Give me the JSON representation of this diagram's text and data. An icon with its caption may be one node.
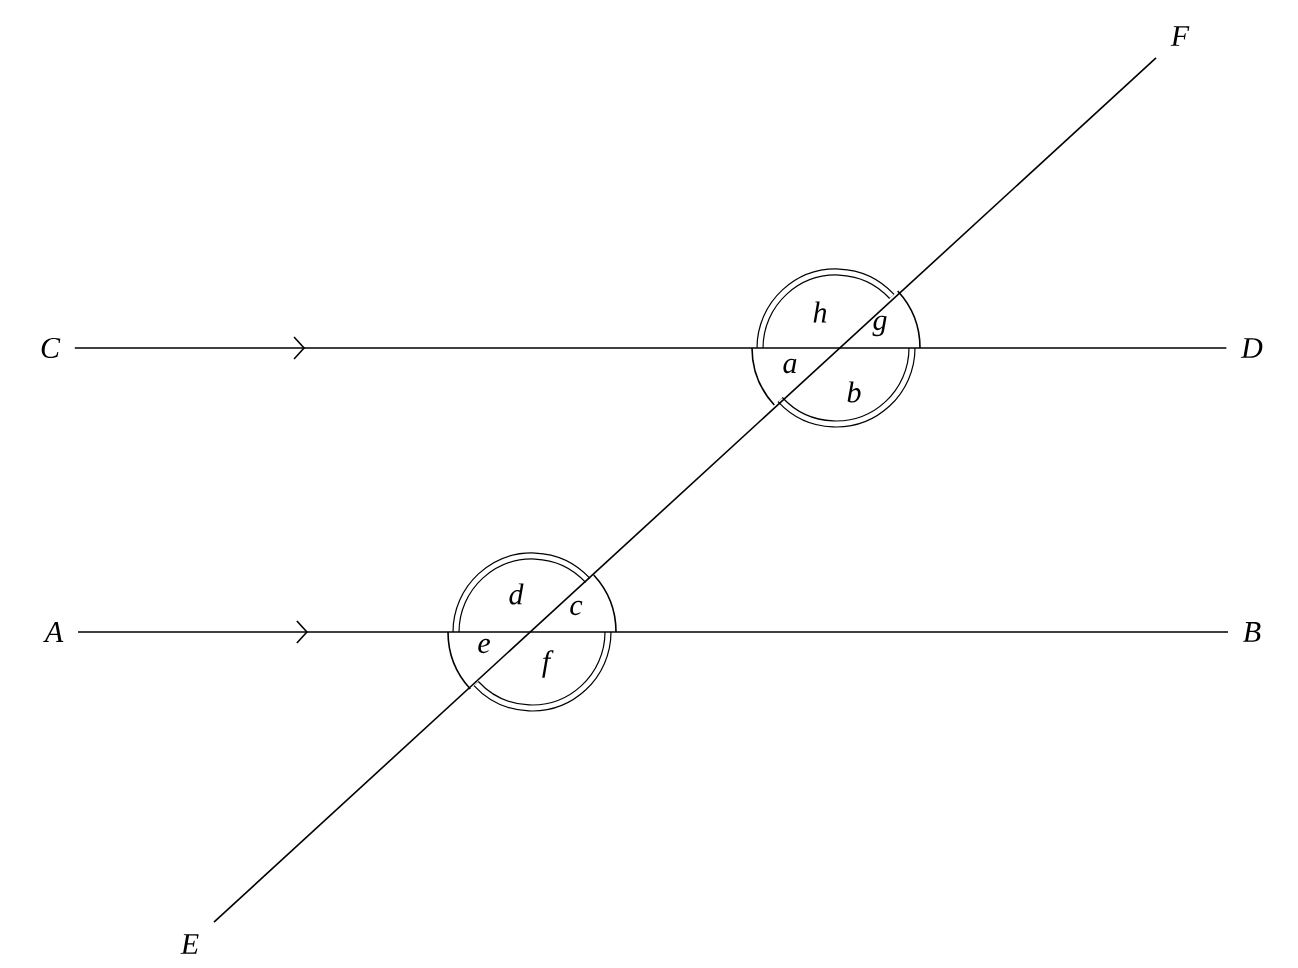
{
  "diagram": {
    "nodes": [
      {
        "text": [
          "C"
        ]
      },
      {
        "text": [
          "D"
        ]
      },
      {
        "text": [
          "A"
        ]
      },
      {
        "text": [
          "B"
        ]
      },
      {
        "text": [
          "E"
        ]
      },
      {
        "text": [
          "F"
        ]
      }
    ],
    "edges": [
      {
        "from": 0,
        "to": 1,
        "arrow": "to"
      },
      {
        "from": 2,
        "to": 3,
        "arrow": "to"
      },
      {
        "from": 4,
        "to": 5,
        "arrow": "none"
      }
    ],
    "labels": [
      "h",
      "g",
      "a",
      "b",
      "d",
      "c",
      "e",
      "f"
    ]
  }
}
